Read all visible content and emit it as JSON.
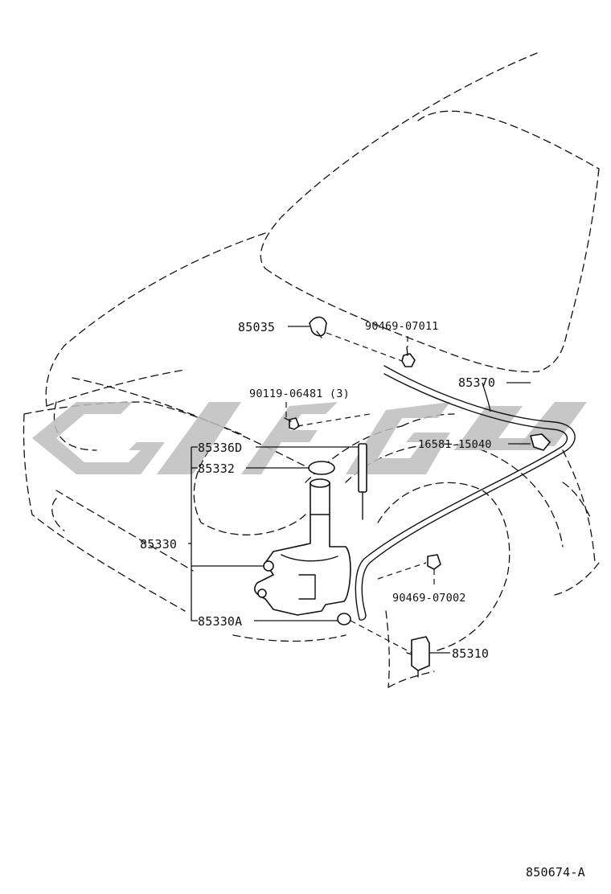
{
  "diagram": {
    "figure_code": "850674-A",
    "parts": [
      {
        "id": "p85035",
        "label": "85035"
      },
      {
        "id": "p90469_07011",
        "label": "90469-07011"
      },
      {
        "id": "p85370",
        "label": "85370"
      },
      {
        "id": "p90119",
        "label": "90119-06481 (3)"
      },
      {
        "id": "p16581",
        "label": "16581-15040"
      },
      {
        "id": "p85336d",
        "label": "85336D"
      },
      {
        "id": "p85332",
        "label": "85332"
      },
      {
        "id": "p85330",
        "label": "85330"
      },
      {
        "id": "p90469_07002",
        "label": "90469-07002"
      },
      {
        "id": "p85310",
        "label": "85310"
      },
      {
        "id": "p85330a",
        "label": "85330A"
      }
    ]
  }
}
